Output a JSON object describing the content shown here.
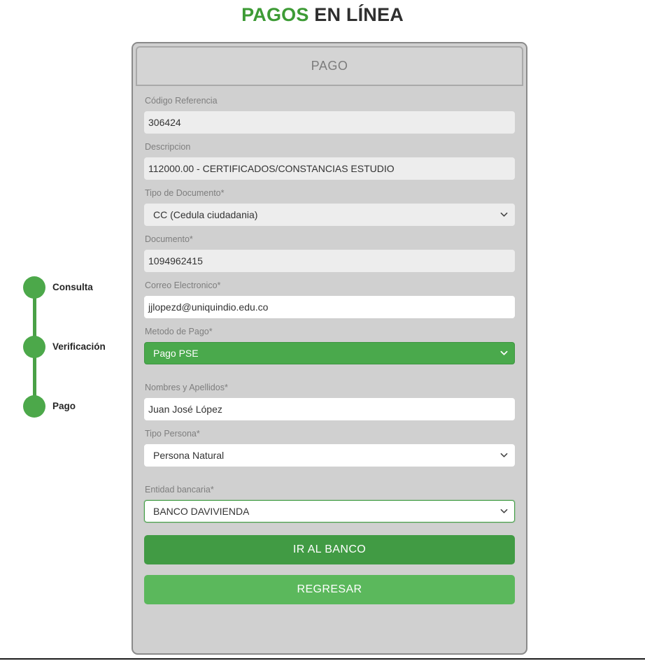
{
  "page": {
    "title_highlight": "PAGOS",
    "title_rest": "EN LÍNEA"
  },
  "colors": {
    "brand_green": "#3d9b35",
    "step_green": "#4ca84a",
    "select_green": "#4aa94c",
    "primary_button": "#419b44",
    "secondary_button": "#5bb85c",
    "card_bg": "#d0d0d0",
    "input_disabled_bg": "#ededed"
  },
  "stepper": {
    "steps": [
      {
        "label": "Consulta",
        "state": "done"
      },
      {
        "label": "Verificación",
        "state": "done"
      },
      {
        "label": "Pago",
        "state": "active"
      }
    ]
  },
  "card": {
    "header_title": "PAGO",
    "fields": [
      {
        "label": "Código Referencia",
        "value": "306424",
        "type": "text",
        "disabled": true
      },
      {
        "label": "Descripcion",
        "value": "112000.00 - CERTIFICADOS/CONSTANCIAS ESTUDIO",
        "type": "text",
        "disabled": true
      },
      {
        "label": "Tipo de Documento*",
        "value": "CC (Cedula ciudadania)",
        "type": "select",
        "disabled": true
      },
      {
        "label": "Documento*",
        "value": "1094962415",
        "type": "text",
        "disabled": true
      },
      {
        "label": "Correo Electronico*",
        "value": "jjlopezd@uniquindio.edu.co",
        "type": "text",
        "disabled": false
      },
      {
        "label": "Metodo de Pago*",
        "value": "Pago PSE",
        "type": "select",
        "style": "green",
        "disabled": false
      },
      {
        "label": "Nombres y Apellidos*",
        "value": "Juan José López",
        "type": "text",
        "disabled": false
      },
      {
        "label": "Tipo Persona*",
        "value": "Persona Natural",
        "type": "select",
        "disabled": false
      },
      {
        "label": "Entidad bancaria*",
        "value": "BANCO DAVIVIENDA",
        "type": "select",
        "style": "focused",
        "disabled": false
      }
    ],
    "buttons": {
      "primary": "IR AL BANCO",
      "secondary": "REGRESAR"
    }
  }
}
